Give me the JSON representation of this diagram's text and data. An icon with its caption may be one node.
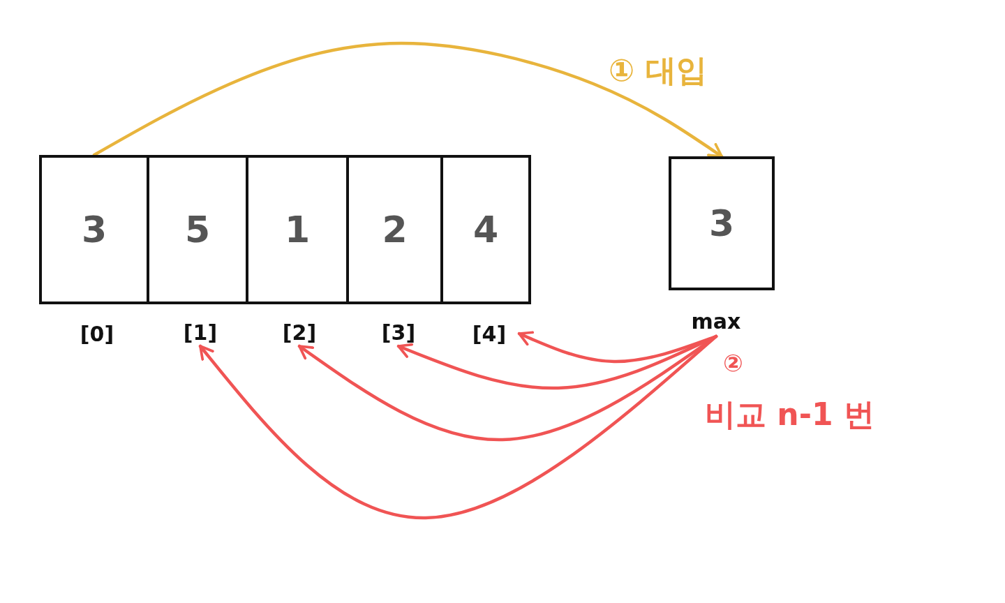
{
  "diagram": {
    "nodes": [
      {
        "text": [
          "3"
        ]
      },
      {
        "text": [
          "5"
        ]
      },
      {
        "text": [
          "1"
        ]
      },
      {
        "text": [
          "2"
        ]
      },
      {
        "text": [
          "4"
        ]
      },
      {
        "text": [
          "3"
        ]
      },
      {
        "text": [
          "[0]"
        ]
      },
      {
        "text": [
          "[1]"
        ]
      },
      {
        "text": [
          "[2]"
        ]
      },
      {
        "text": [
          "[3]"
        ]
      },
      {
        "text": [
          "[4]"
        ]
      },
      {
        "text": [
          "max"
        ]
      }
    ],
    "edges": [
      {
        "from": 0,
        "to": 5,
        "arrow": "to",
        "color": "#e8b43c"
      },
      {
        "from": 11,
        "to": 10,
        "arrow": "to"
      },
      {
        "from": 11,
        "to": 9,
        "arrow": "to"
      },
      {
        "from": 11,
        "to": 8,
        "arrow": "to"
      },
      {
        "from": 11,
        "to": 7,
        "arrow": "to"
      }
    ],
    "labels": [
      "① 대입",
      "②",
      "비교 n-1 번"
    ]
  }
}
